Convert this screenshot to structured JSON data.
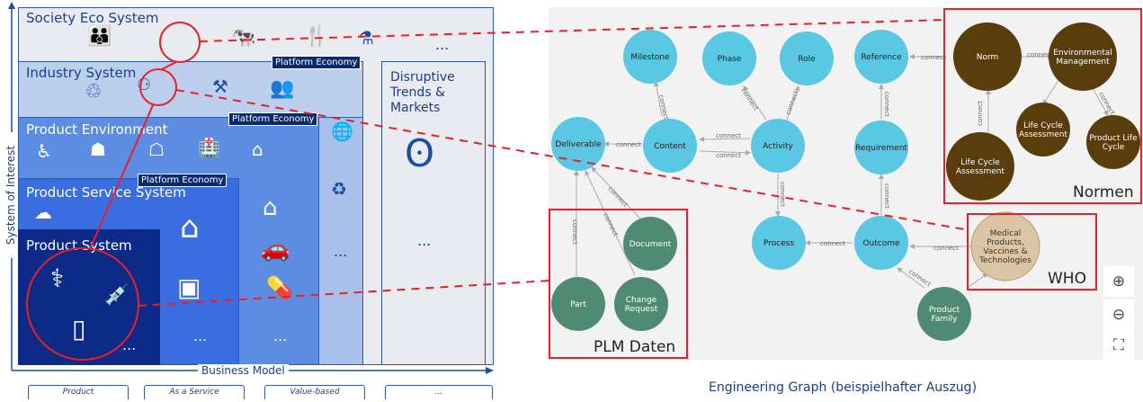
{
  "left": {
    "layers": {
      "society": "Society Eco System",
      "industry": "Industry System",
      "environment": "Product Environment",
      "service": "Product Service System",
      "product": "Product System"
    },
    "disruptive": "Disruptive Trends & Markets",
    "platform_economy": "Platform Economy",
    "ellipsis": "...",
    "y_axis": "System of Interest",
    "x_axis": "Business Model",
    "business_models": [
      "Product",
      "As a Service",
      "Value-based",
      "..."
    ]
  },
  "graph": {
    "caption": "Engineering Graph (beispielhafter Auszug)",
    "edge_label": "connect",
    "groups": {
      "normen": "Normen",
      "who": "WHO",
      "plm": "PLM Daten"
    },
    "nodes": {
      "milestone": "Milestone",
      "phase": "Phase",
      "role": "Role",
      "reference": "Reference",
      "deliverable": "Deliverable",
      "content": "Content",
      "activity": "Activity",
      "requirement": "Requirement",
      "process": "Process",
      "outcome": "Outcome",
      "document": "Document",
      "part": "Part",
      "change_request": "Change Request",
      "product_family": "Product Family",
      "norm": "Norm",
      "env_mgmt": "Environmental Management",
      "lca": "Life Cycle Assessment",
      "lca2": "Life Cycle Assessment",
      "plc": "Product Life Cycle",
      "who_node": "Medical Products, Vaccines & Technologies"
    },
    "controls": {
      "zoom_in": "zoom-in-icon",
      "zoom_out": "zoom-out-icon",
      "fit": "fit-icon"
    }
  },
  "colors": {
    "node_blue": "#5ac8e3",
    "node_green": "#4f8b74",
    "node_brown": "#5a3d0c",
    "node_tan": "#dcc5a4",
    "highlight_red": "#e8202a",
    "layer_gray": "#e9ecf2",
    "navy": "#0b2a6e"
  }
}
